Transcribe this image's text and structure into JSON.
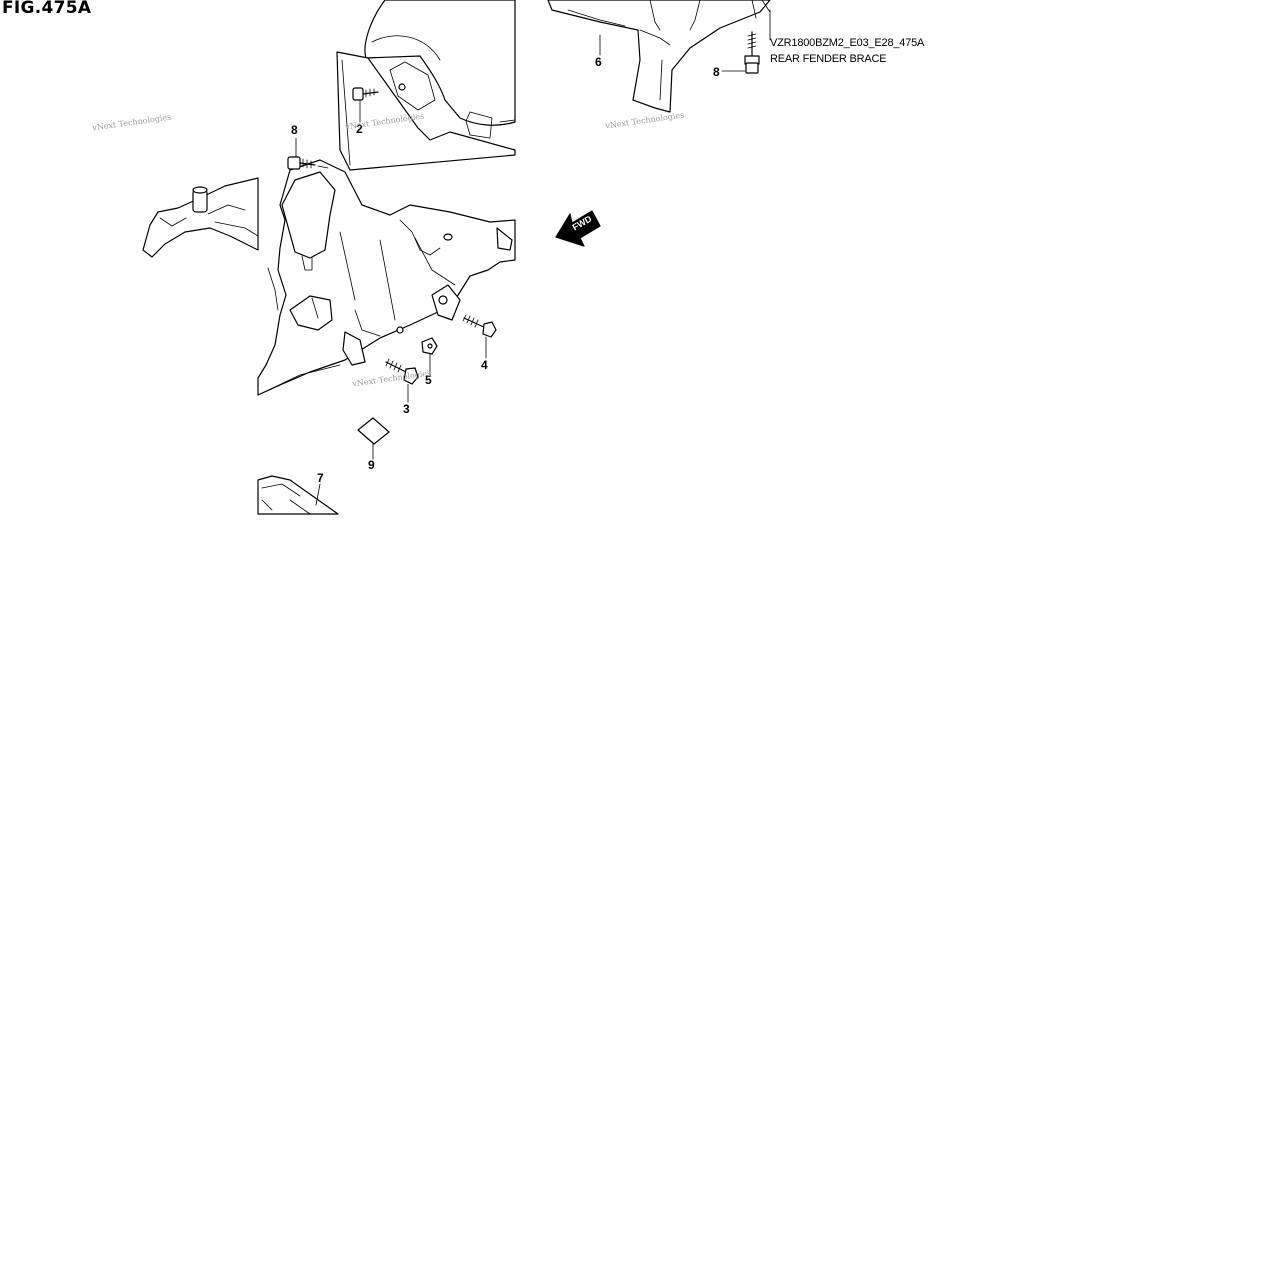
{
  "figure": {
    "title": "FIG.475A",
    "code": "VZR1800BZM2_E03_E28_475A",
    "name": "REAR FENDER BRACE"
  },
  "callouts": {
    "c2": "2",
    "c3": "3",
    "c4": "4",
    "c5": "5",
    "c6": "6",
    "c7": "7",
    "c8a": "8",
    "c8b": "8",
    "c9": "9"
  },
  "watermarks": {
    "w1": "vNext Technologies",
    "w2": "vNext Technologies",
    "w3": "vNext Technologies",
    "w4": "vNext Technologies"
  },
  "arrow": {
    "label": "FWD"
  },
  "icons": [
    "fwd-arrow-icon",
    "bolt-icon",
    "nut-icon",
    "pad-icon"
  ]
}
